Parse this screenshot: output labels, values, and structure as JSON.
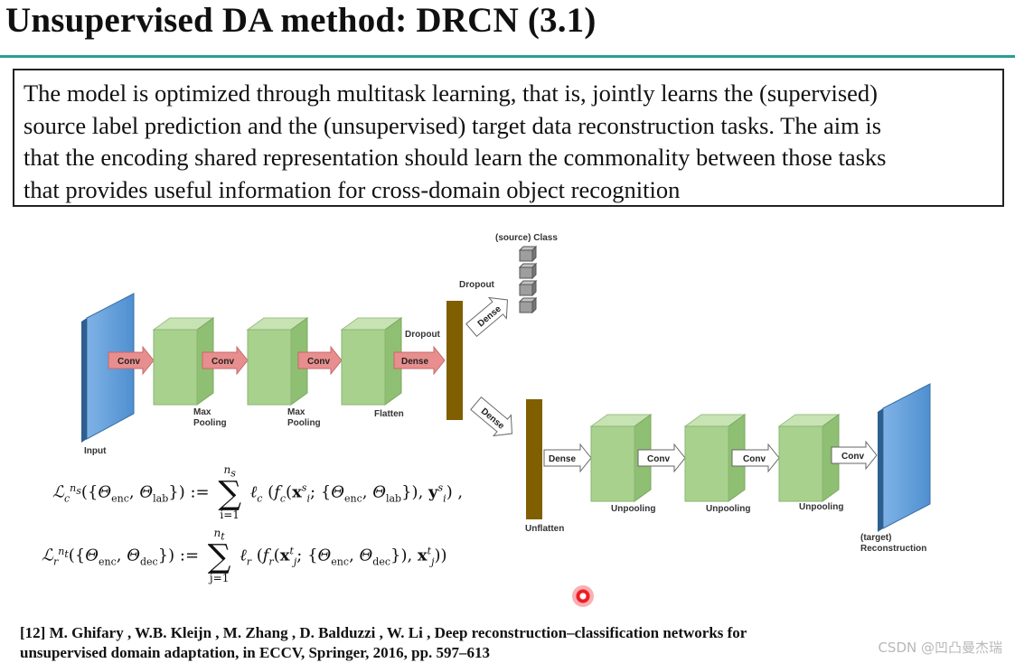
{
  "slide": {
    "title": "Unsupervised DA method: DRCN (3.1)",
    "accent_color": "#2a9d98",
    "summary_lines": [
      "The model is optimized through multitask learning, that is, jointly learns the (supervised)",
      "source label prediction and the (unsupervised) target data reconstruction tasks. The aim is",
      "that the encoding shared representation should learn the commonality between those tasks",
      "that provides useful information for cross-domain object recognition"
    ]
  },
  "diagram": {
    "layer_labels": {
      "input": "Input",
      "max_pooling_1": [
        "Max",
        "Pooling"
      ],
      "max_pooling_2": [
        "Max",
        "Pooling"
      ],
      "flatten": "Flatten",
      "dropout_1": "Dropout",
      "dropout_2": "Dropout",
      "source_class": "(source) Class",
      "unflatten": "Unflatten",
      "unpooling_1": "Unpooling",
      "unpooling_2": "Unpooling",
      "unpooling_3": "Unpooling",
      "target_reconstruction": [
        "(target)",
        "Reconstruction"
      ]
    },
    "arrow_labels": {
      "enc_conv_1": "Conv",
      "enc_conv_2": "Conv",
      "enc_conv_3": "Conv",
      "enc_dense": "Dense",
      "branch_dense_up": "Dense",
      "branch_dense_down": "Dense",
      "dec_dense": "Dense",
      "dec_conv_1": "Conv",
      "dec_conv_2": "Conv",
      "dec_conv_3": "Conv"
    },
    "colors": {
      "input_panel": "#5b9bd5",
      "block_face": "#a9d18e",
      "encoder_arrow": "#e88e8e",
      "decoder_arrow": "#ffffff",
      "dense_bar": "#7f5f00",
      "class_unit": "#9e9e9e"
    }
  },
  "formulas": {
    "classification": {
      "lhs": "ℒ",
      "lhs_sub": "c",
      "lhs_sup": "n",
      "lhs_sup_sub": "s",
      "lhs_args": "({Θ",
      "enc": "enc",
      "lab": "lab",
      "sum_top": "n",
      "sum_top_sub": "s",
      "sum_bottom": "i=1",
      "loss": "ℓ",
      "loss_sub": "c",
      "func": "f",
      "func_sub": "c",
      "x": "x",
      "x_sup": "s",
      "x_sub": "i",
      "y": "y",
      "y_sup": "s",
      "y_sub": "i"
    },
    "reconstruction": {
      "lhs": "ℒ",
      "lhs_sub": "r",
      "lhs_sup": "n",
      "lhs_sup_sub": "t",
      "enc": "enc",
      "dec": "dec",
      "sum_top": "n",
      "sum_top_sub": "t",
      "sum_bottom": "j=1",
      "loss": "ℓ",
      "loss_sub": "r",
      "func": "f",
      "func_sub": "r",
      "x": "x",
      "x_sup": "t",
      "x_sub": "j"
    }
  },
  "reference": {
    "line1": "[12] M. Ghifary , W.B. Kleijn , M. Zhang , D. Balduzzi , W. Li , Deep reconstruction–classification networks for",
    "line2": "unsupervised domain adaptation, in ECCV, Springer, 2016, pp. 597–613"
  },
  "watermark": "CSDN @凹凸曼杰瑞"
}
